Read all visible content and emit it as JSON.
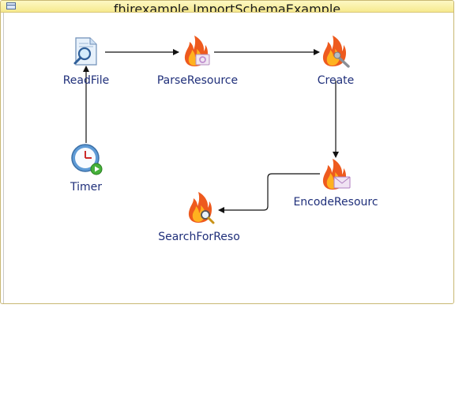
{
  "window": {
    "title": "fhirexample.ImportSchemaExample"
  },
  "nodes": [
    {
      "id": "readfile",
      "label": "ReadFile",
      "icon": "file-search-icon"
    },
    {
      "id": "parseresource",
      "label": "ParseResource",
      "icon": "fire-gear-icon"
    },
    {
      "id": "create",
      "label": "Create",
      "icon": "fire-wrench-icon"
    },
    {
      "id": "timer",
      "label": "Timer",
      "icon": "clock-play-icon"
    },
    {
      "id": "encoderesourc",
      "label": "EncodeResourc",
      "icon": "fire-envelope-icon"
    },
    {
      "id": "searchforreso",
      "label": "SearchForReso",
      "icon": "fire-magnifier-icon"
    }
  ],
  "scrollbar": {
    "left_arrow": "◂",
    "right_arrow": "▸"
  }
}
